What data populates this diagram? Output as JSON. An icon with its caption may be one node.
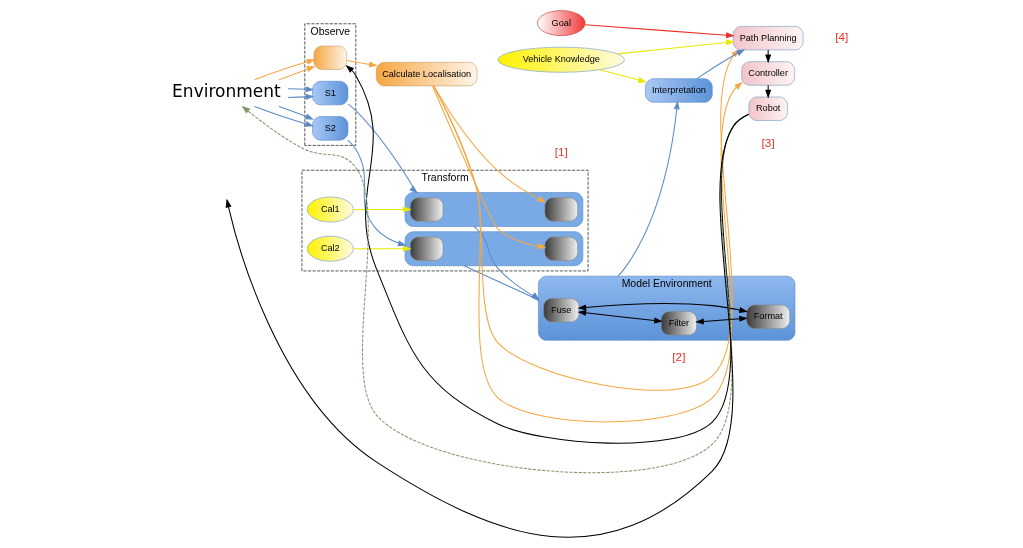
{
  "diagram": {
    "nodes": [
      {
        "text": [
          "Observe"
        ]
      },
      {
        "text": [
          "Transform"
        ]
      },
      {
        "text": [
          "Environment"
        ]
      },
      {
        "text": [
          "S1"
        ],
        "in": 0
      },
      {
        "text": [
          "S2"
        ],
        "in": 0
      },
      {
        "text": [],
        "shape": "box",
        "in": 0
      },
      {
        "text": [
          "Cal1"
        ],
        "in": 1
      },
      {
        "text": [],
        "shape": "box",
        "in": 1
      },
      {
        "text": [],
        "shape": "box",
        "in": 7
      },
      {
        "text": [],
        "shape": "box",
        "in": 7
      },
      {
        "text": [
          "Cal2"
        ],
        "in": 1
      },
      {
        "text": [],
        "shape": "box",
        "in": 1
      },
      {
        "text": [],
        "shape": "box",
        "in": 11
      },
      {
        "text": [],
        "shape": "box",
        "in": 11
      },
      {
        "text": [
          "Calculate Localisation"
        ]
      },
      {
        "text": [
          "Model Environment"
        ]
      },
      {
        "text": [
          "Fuse"
        ],
        "in": 15
      },
      {
        "text": [
          "Filter"
        ],
        "in": 15
      },
      {
        "text": [
          "Format"
        ],
        "in": 15
      },
      {
        "text": [
          "Interpretation"
        ]
      },
      {
        "text": [
          "Vehicle Knowledge"
        ]
      },
      {
        "text": [
          "Goal"
        ]
      },
      {
        "text": [
          "Path Planning"
        ]
      },
      {
        "text": [
          "Controller"
        ]
      },
      {
        "text": [
          "Robot"
        ]
      }
    ],
    "edges": [
      {
        "from": 2,
        "to": 3,
        "arrow": "to"
      },
      {
        "from": 2,
        "to": 3,
        "arrow": "to"
      },
      {
        "from": 2,
        "to": 4,
        "arrow": "to"
      },
      {
        "from": 2,
        "to": 4,
        "arrow": "to"
      },
      {
        "from": 2,
        "to": 5,
        "arrow": "to",
        "color": "#f5a742"
      },
      {
        "from": 2,
        "to": 5,
        "arrow": "to",
        "color": "#f5a742"
      },
      {
        "from": 3,
        "to": 7,
        "arrow": "to"
      },
      {
        "from": 4,
        "to": 11,
        "arrow": "to"
      },
      {
        "from": 6,
        "to": 8,
        "arrow": "to",
        "color": "#e8e800"
      },
      {
        "from": 10,
        "to": 12,
        "arrow": "to",
        "color": "#e8e800"
      },
      {
        "from": 7,
        "to": 15,
        "arrow": "to"
      },
      {
        "from": 11,
        "to": 15,
        "arrow": "to"
      },
      {
        "from": 5,
        "to": 14,
        "arrow": "to",
        "color": "#f5a742"
      },
      {
        "from": 14,
        "to": 13,
        "arrow": "to",
        "color": "#f5a742"
      },
      {
        "from": 14,
        "to": 9,
        "arrow": "to",
        "color": "#f5a742"
      },
      {
        "from": 16,
        "to": 17,
        "arrow": "both",
        "color": "#000000"
      },
      {
        "from": 16,
        "to": 18,
        "arrow": "both",
        "color": "#000000"
      },
      {
        "from": 17,
        "to": 18,
        "arrow": "both",
        "color": "#000000"
      },
      {
        "from": 15,
        "to": 19,
        "arrow": "to"
      },
      {
        "from": 20,
        "to": 19,
        "arrow": "to",
        "color": "#e8e800"
      },
      {
        "from": 20,
        "to": 22,
        "arrow": "to",
        "color": "#e8e800"
      },
      {
        "from": 21,
        "to": 22,
        "arrow": "to",
        "color": "#e8332a"
      },
      {
        "from": 19,
        "to": 22,
        "arrow": "to"
      },
      {
        "from": 14,
        "to": 22,
        "arrow": "to",
        "color": "#f5a742"
      },
      {
        "from": 14,
        "to": 23,
        "arrow": "to",
        "color": "#f5a742"
      },
      {
        "from": 22,
        "to": 23,
        "arrow": "to",
        "color": "#000000"
      },
      {
        "from": 23,
        "to": 24,
        "arrow": "to",
        "color": "#000000"
      },
      {
        "from": 24,
        "to": 5,
        "arrow": "to",
        "color": "#000000"
      },
      {
        "from": 24,
        "to": null,
        "arrow": "to",
        "color": "#000000"
      },
      {
        "from": 24,
        "to": 2,
        "arrow": "to",
        "style": "dashed",
        "color": "#7f9a6a"
      }
    ],
    "labels": [
      "[1]",
      "[2]",
      "[3]",
      "[4]"
    ]
  }
}
